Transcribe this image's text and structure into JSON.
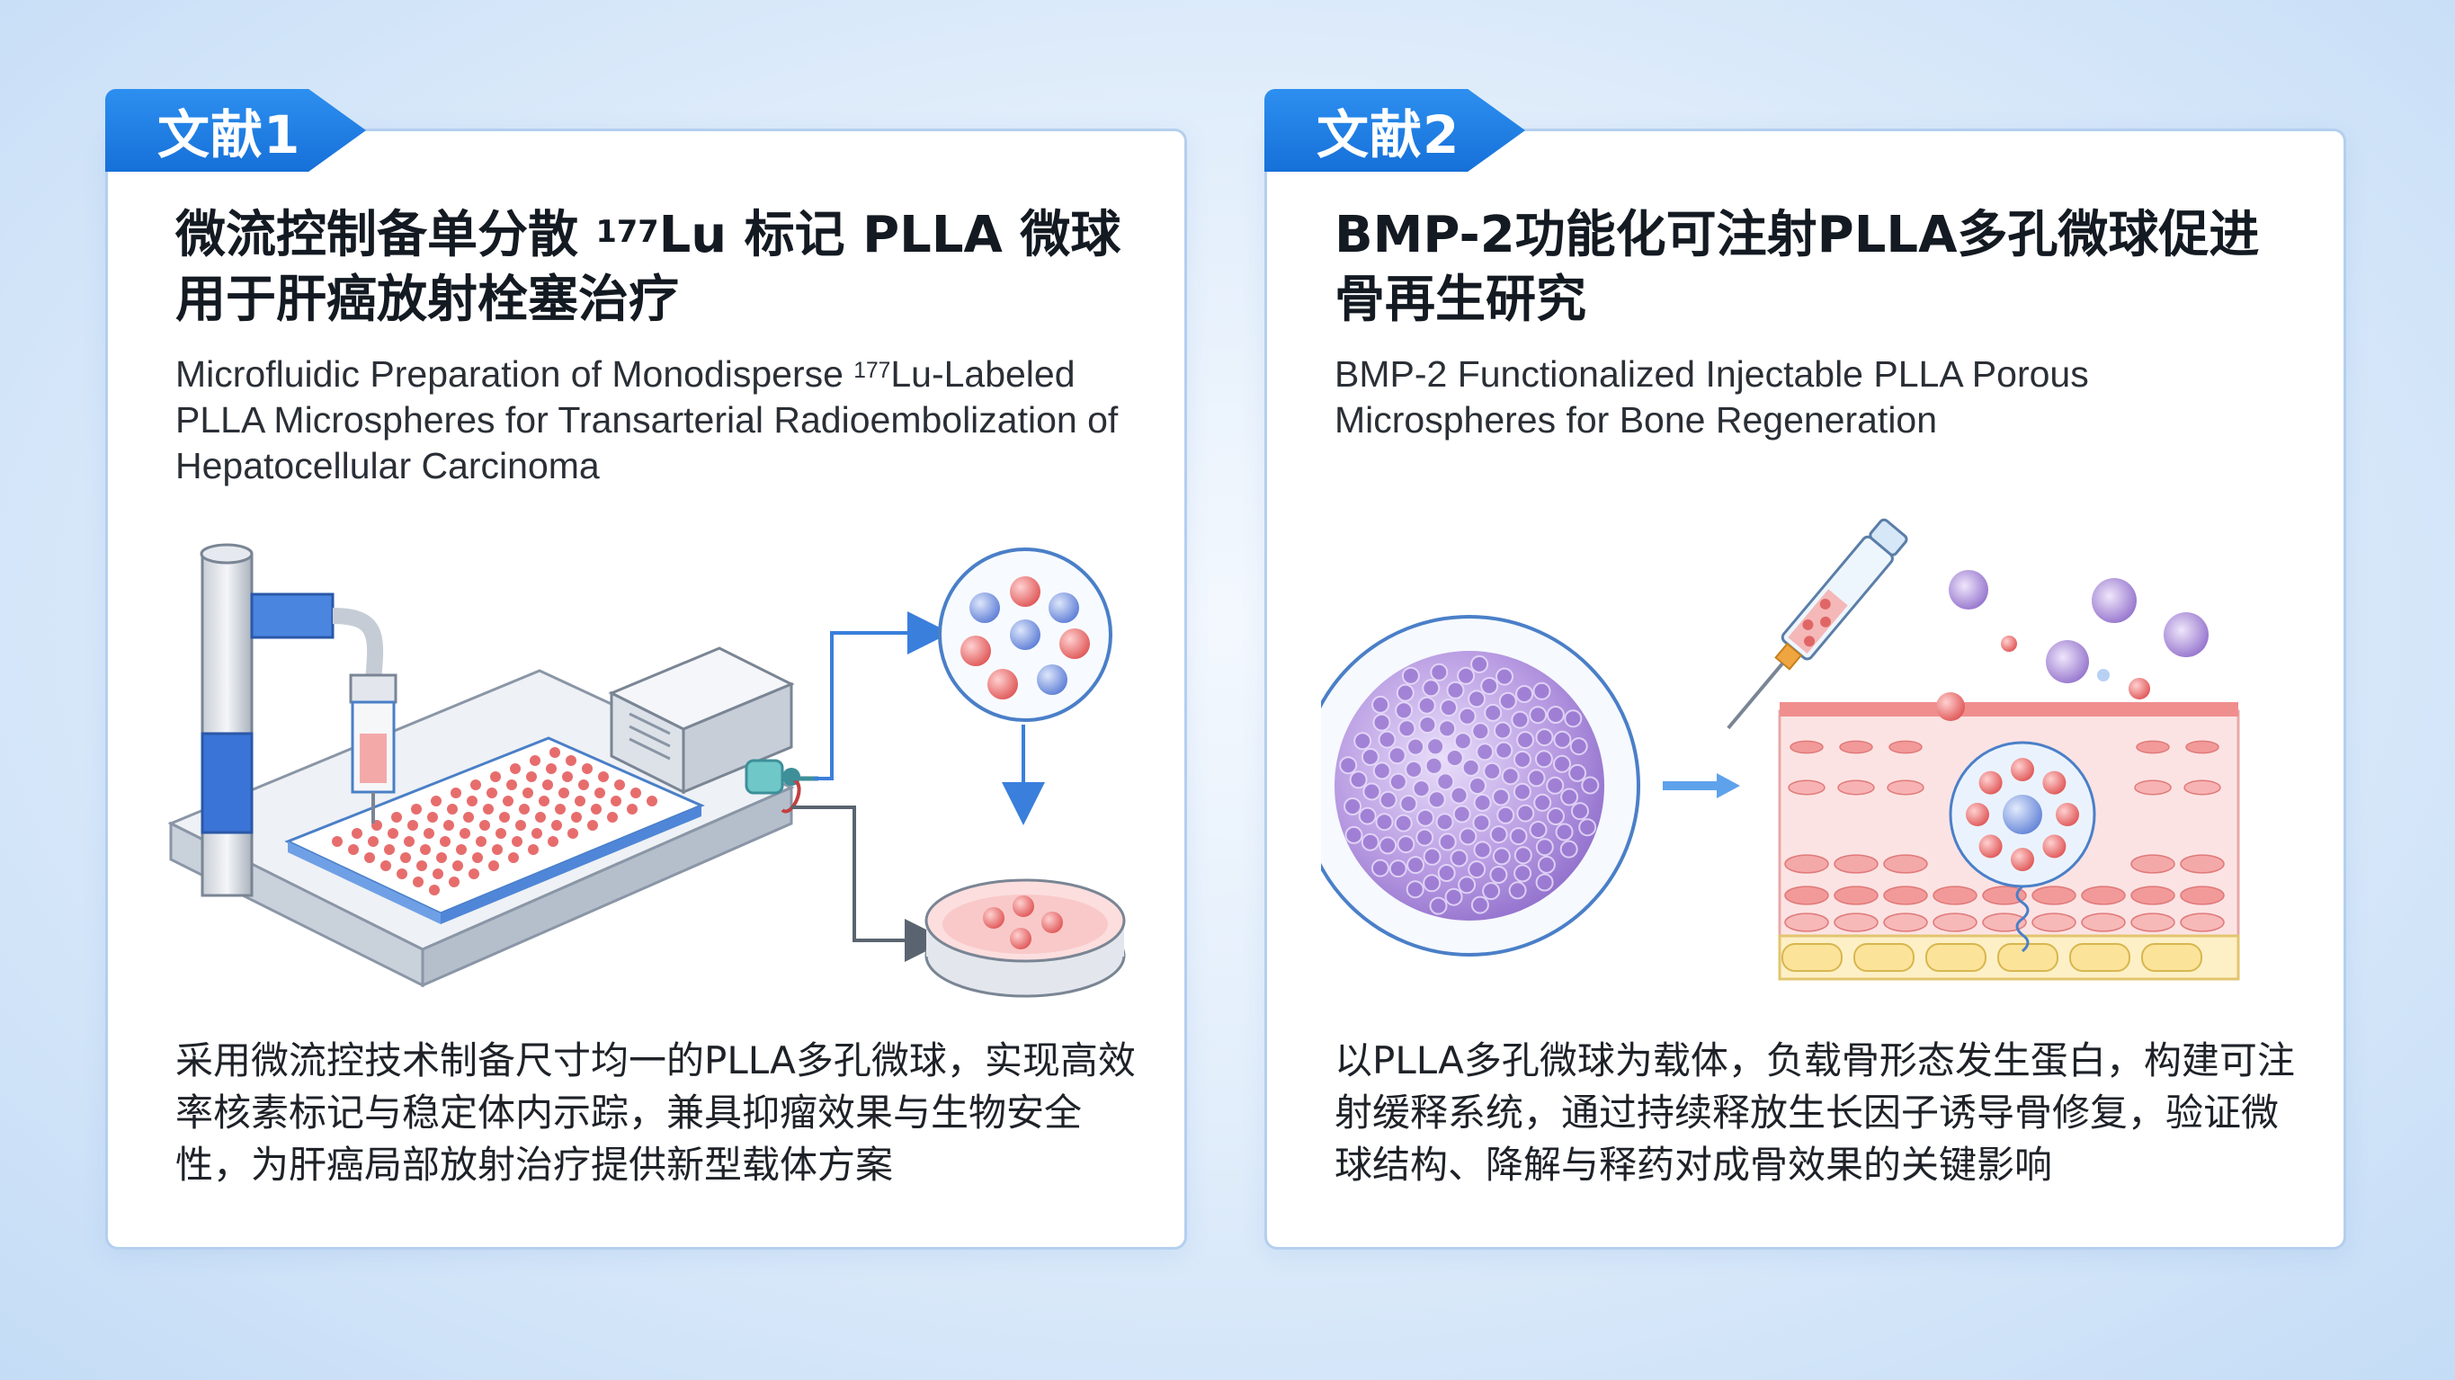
{
  "card1": {
    "badge": "文献1",
    "title_cn_pre": "微流控制备单分散 ",
    "title_cn_sup": "177",
    "title_cn_post": "Lu 标记 PLLA 微球用于肝癌放射栓塞治疗",
    "title_en_pre": "Microfluidic Preparation of Monodisperse ",
    "title_en_sup": "177",
    "title_en_post": "Lu-Labeled PLLA Microspheres for Transarterial Radioembolization of Hepatocellular Carcinoma",
    "description": "采用微流控技术制备尺寸均一的PLLA多孔微球，实现高效率核素标记与稳定体内示踪，兼具抑瘤效果与生物安全性，为肝癌局部放射治疗提供新型载体方案"
  },
  "card2": {
    "badge": "文献2",
    "title_cn": "BMP-2功能化可注射PLLA多孔微球促进骨再生研究",
    "title_en": "BMP-2 Functionalized Injectable PLLA Porous Microspheres for Bone Regeneration",
    "description": "以PLLA多孔微球为载体，负载骨形态发生蛋白，构建可注射缓释系统，通过持续释放生长因子诱导骨修复，验证微球结构、降解与释药对成骨效果的关键影响"
  },
  "colors": {
    "accent": "#1670d8",
    "card_border": "#b4cfee",
    "microsphere_red": "#f07474",
    "microsphere_blue": "#7896e0",
    "tissue_pink": "#fbd9d9",
    "sphere_purple": "#a98bd6"
  }
}
